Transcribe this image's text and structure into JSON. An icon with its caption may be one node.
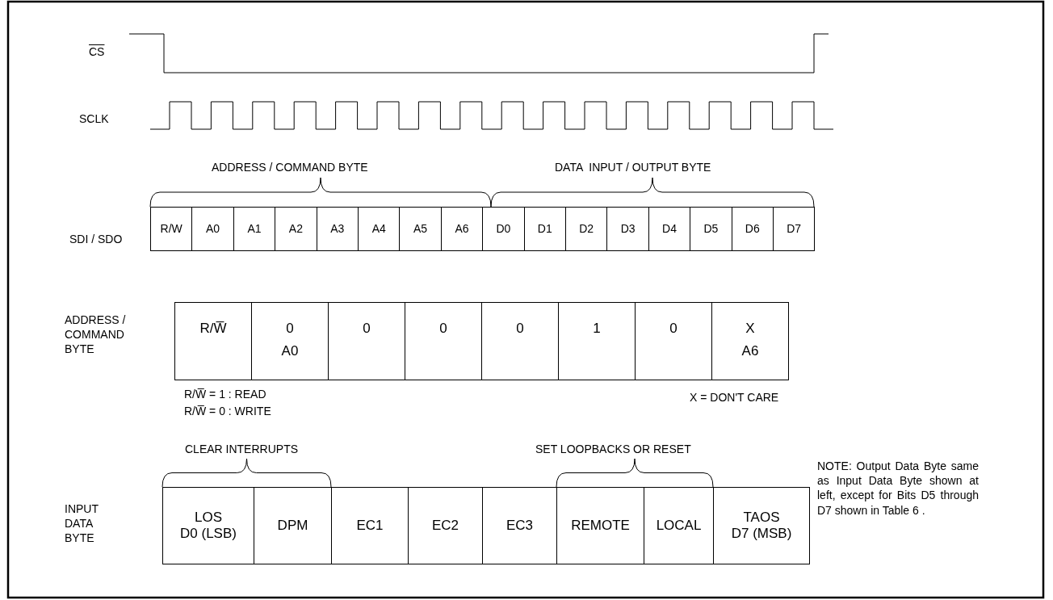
{
  "diagram": {
    "nodes": [
      {
        "text": [
          "R/W"
        ]
      },
      {
        "text": [
          "A0"
        ]
      },
      {
        "text": [
          "A1"
        ]
      },
      {
        "text": [
          "A2"
        ]
      },
      {
        "text": [
          "A3"
        ]
      },
      {
        "text": [
          "A4"
        ]
      },
      {
        "text": [
          "A5"
        ]
      },
      {
        "text": [
          "A6"
        ]
      },
      {
        "text": [
          "D0"
        ]
      },
      {
        "text": [
          "D1"
        ]
      },
      {
        "text": [
          "D2"
        ]
      },
      {
        "text": [
          "D3"
        ]
      },
      {
        "text": [
          "D4"
        ]
      },
      {
        "text": [
          "D5"
        ]
      },
      {
        "text": [
          "D6"
        ]
      },
      {
        "text": [
          "D7"
        ]
      },
      {
        "text": [
          "R/W̅"
        ]
      },
      {
        "text": [
          "0",
          "A0"
        ]
      },
      {
        "text": [
          "0"
        ]
      },
      {
        "text": [
          "0"
        ]
      },
      {
        "text": [
          "0"
        ]
      },
      {
        "text": [
          "1"
        ]
      },
      {
        "text": [
          "0"
        ]
      },
      {
        "text": [
          "X",
          "A6"
        ]
      },
      {
        "text": [
          "LOS",
          "D0 (LSB)"
        ]
      },
      {
        "text": [
          "DPM"
        ]
      },
      {
        "text": [
          "EC1"
        ]
      },
      {
        "text": [
          "EC2"
        ]
      },
      {
        "text": [
          "EC3"
        ]
      },
      {
        "text": [
          "REMOTE"
        ]
      },
      {
        "text": [
          "LOCAL"
        ]
      },
      {
        "text": [
          "TAOS",
          "D7 (MSB)"
        ]
      }
    ],
    "labels": [
      "CS",
      "SCLK",
      "ADDRESS / COMMAND BYTE",
      "DATA  INPUT / OUTPUT BYTE",
      "SDI / SDO",
      "ADDRESS / COMMAND BYTE",
      "R/W̅ = 1 : READ",
      "R/W̅ = 0 : WRITE",
      "X = DON'T CARE",
      "CLEAR INTERRUPTS",
      "SET LOOPBACKS OR RESET",
      "NOTE: Output Data Byte same as Input Data Byte shown at left, except for Bits D5 through D7 shown in Table 6 .",
      "INPUT DATA BYTE"
    ]
  }
}
